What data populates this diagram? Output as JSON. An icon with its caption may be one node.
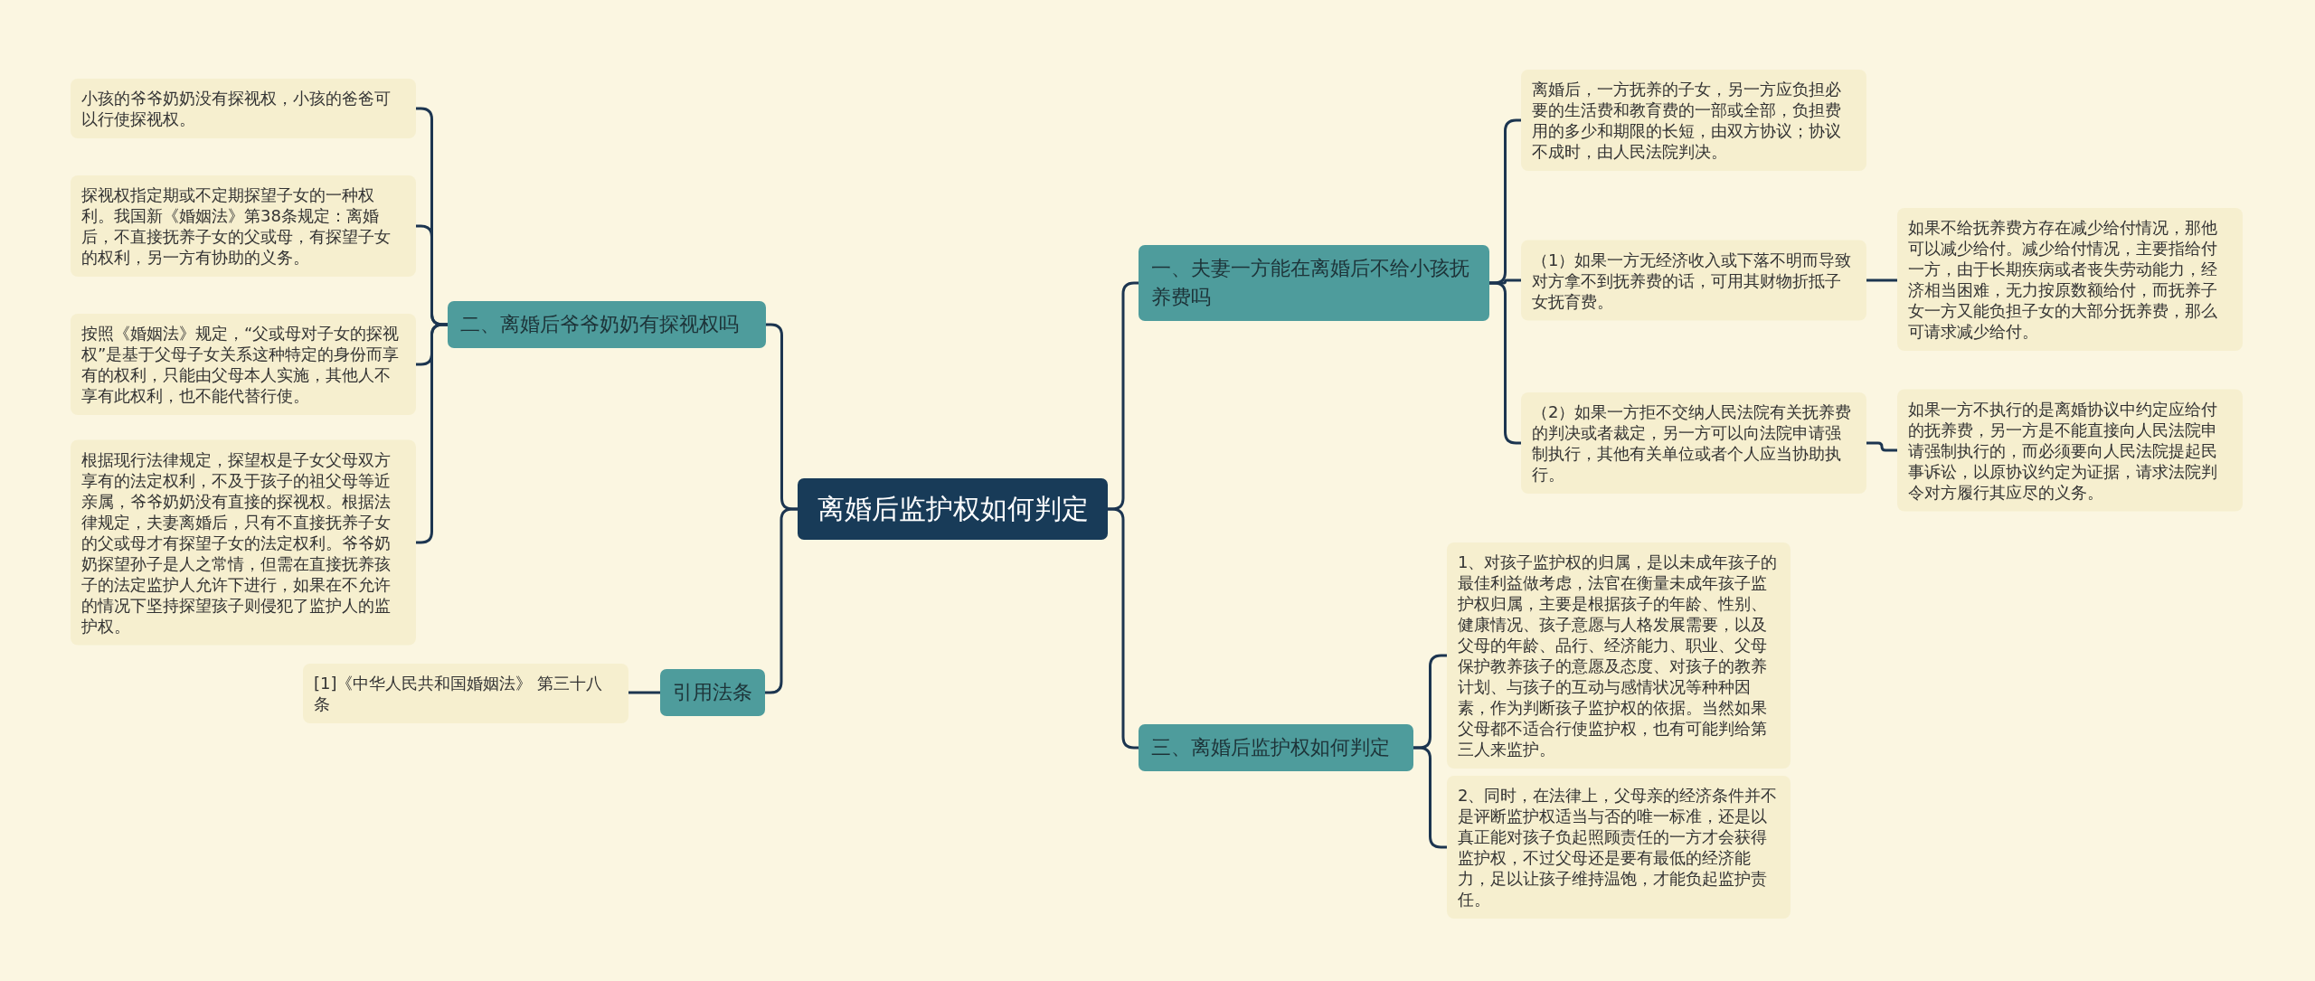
{
  "diagram": {
    "nodes": [
      {
        "text": [
          "离婚后监护权如何判定"
        ]
      },
      {
        "text": [
          "一、夫妻一方能在离婚后不给小孩抚养费吗"
        ]
      },
      {
        "text": [
          "离婚后，一方抚养的子女，另一方应负担必要的生活费和教育费的一部或全部，负担费用的多少和期限的长短，由双方协议；协议不成时，由人民法院判决。"
        ]
      },
      {
        "text": [
          "（1）如果一方无经济收入或下落不明而导致对方拿不到抚养费的话，可用其财物折抵子女抚育费。"
        ]
      },
      {
        "text": [
          "（2）如果一方拒不交纳人民法院有关抚养费的判决或者裁定，另一方可以向法院申请强制执行，其他有关单位或者个人应当协助执行。"
        ]
      },
      {
        "text": [
          "如果不给抚养费方存在减少给付情况，那他可以减少给付。减少给付情况，主要指给付一方，由于长期疾病或者丧失劳动能力，经济相当困难，无力按原数额给付，而抚养子女一方又能负担子女的大部分抚养费，那么可请求减少给付。"
        ]
      },
      {
        "text": [
          "如果一方不执行的是离婚协议中约定应给付的抚养费，另一方是不能直接向人民法院申请强制执行的，而必须要向人民法院提起民事诉讼，以原协议约定为证据，请求法院判令对方履行其应尽的义务。"
        ]
      },
      {
        "text": [
          "三、离婚后监护权如何判定"
        ]
      },
      {
        "text": [
          "1、对孩子监护权的归属，是以未成年孩子的最佳利益做考虑，法官在衡量未成年孩子监护权归属，主要是根据孩子的年龄、性别、健康情况、孩子意愿与人格发展需要，以及父母的年龄、品行、经济能力、职业、父母保护教养孩子的意愿及态度、对孩子的教养计划、与孩子的互动与感情状况等种种因素，作为判断孩子监护权的依据。当然如果父母都不适合行使监护权，也有可能判给第三人来监护。"
        ]
      },
      {
        "text": [
          "2、同时，在法律上，父母亲的经济条件并不是评断监护权适当与否的唯一标准，还是以真正能对孩子负起照顾责任的一方才会获得监护权，不过父母还是要有最低的经济能力，足以让孩子维持温饱，才能负起监护责任。"
        ]
      },
      {
        "text": [
          "二、离婚后爷爷奶奶有探视权吗"
        ]
      },
      {
        "text": [
          "小孩的爷爷奶奶没有探视权，小孩的爸爸可以行使探视权。"
        ]
      },
      {
        "text": [
          "探视权指定期或不定期探望子女的一种权利。我国新《婚姻法》第38条规定：离婚后，不直接抚养子女的父或母，有探望子女的权利，另一方有协助的义务。"
        ]
      },
      {
        "text": [
          "按照《婚姻法》规定，“父或母对子女的探视权”是基于父母子女关系这种特定的身份而享有的权利，只能由父母本人实施，其他人不享有此权利，也不能代替行使。"
        ]
      },
      {
        "text": [
          "根据现行法律规定，探望权是子女父母双方享有的法定权利，不及于孩子的祖父母等近亲属，爷爷奶奶没有直接的探视权。根据法律规定，夫妻离婚后，只有不直接抚养子女的父或母才有探望子女的法定权利。爷爷奶奶探望孙子是人之常情，但需在直接抚养孩子的法定监护人允许下进行，如果在不允许的情况下坚持探望孩子则侵犯了监护人的监护权。"
        ]
      },
      {
        "text": [
          "引用法条"
        ]
      },
      {
        "text": [
          "[1]《中华人民共和国婚姻法》 第三十八条"
        ]
      }
    ],
    "edges": [
      {
        "from": 0,
        "to": 1,
        "arrow": "none"
      },
      {
        "from": 1,
        "to": 2,
        "arrow": "none"
      },
      {
        "from": 1,
        "to": 3,
        "arrow": "none"
      },
      {
        "from": 1,
        "to": 4,
        "arrow": "none"
      },
      {
        "from": 3,
        "to": 5,
        "arrow": "none"
      },
      {
        "from": 4,
        "to": 6,
        "arrow": "none"
      },
      {
        "from": 0,
        "to": 7,
        "arrow": "none"
      },
      {
        "from": 7,
        "to": 8,
        "arrow": "none"
      },
      {
        "from": 7,
        "to": 9,
        "arrow": "none"
      },
      {
        "from": 0,
        "to": 10,
        "arrow": "none"
      },
      {
        "from": 10,
        "to": 11,
        "arrow": "none"
      },
      {
        "from": 10,
        "to": 12,
        "arrow": "none"
      },
      {
        "from": 10,
        "to": 13,
        "arrow": "none"
      },
      {
        "from": 10,
        "to": 14,
        "arrow": "none"
      },
      {
        "from": 0,
        "to": 15,
        "arrow": "none"
      },
      {
        "from": 15,
        "to": 16,
        "arrow": "none"
      }
    ]
  }
}
